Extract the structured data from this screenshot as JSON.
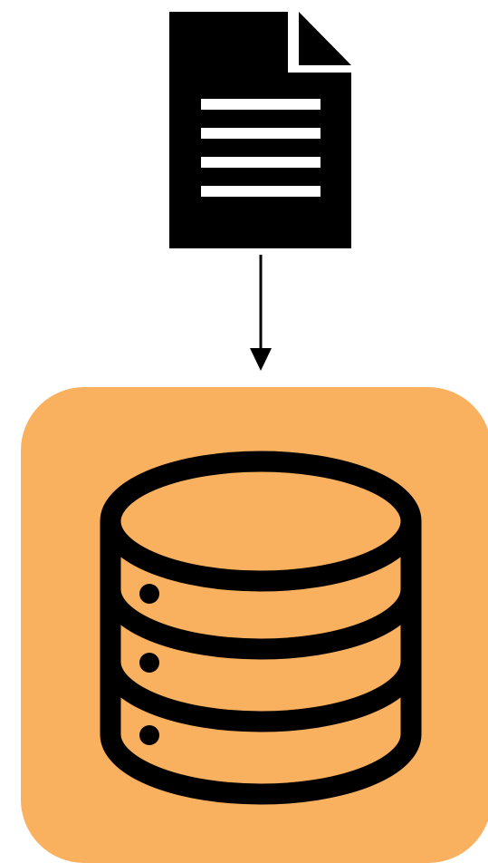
{
  "diagram": {
    "nodes": [
      {
        "id": "document",
        "icon": "document-icon",
        "label": ""
      },
      {
        "id": "database",
        "icon": "database-icon",
        "label": ""
      }
    ],
    "edges": [
      {
        "from": "document",
        "to": "database",
        "style": "arrow"
      }
    ]
  },
  "colors": {
    "document_fill": "#000000",
    "document_lines": "#ffffff",
    "database_background": "#F9B05F",
    "database_stroke": "#000000",
    "arrow": "#000000",
    "page_background": "#ffffff"
  }
}
